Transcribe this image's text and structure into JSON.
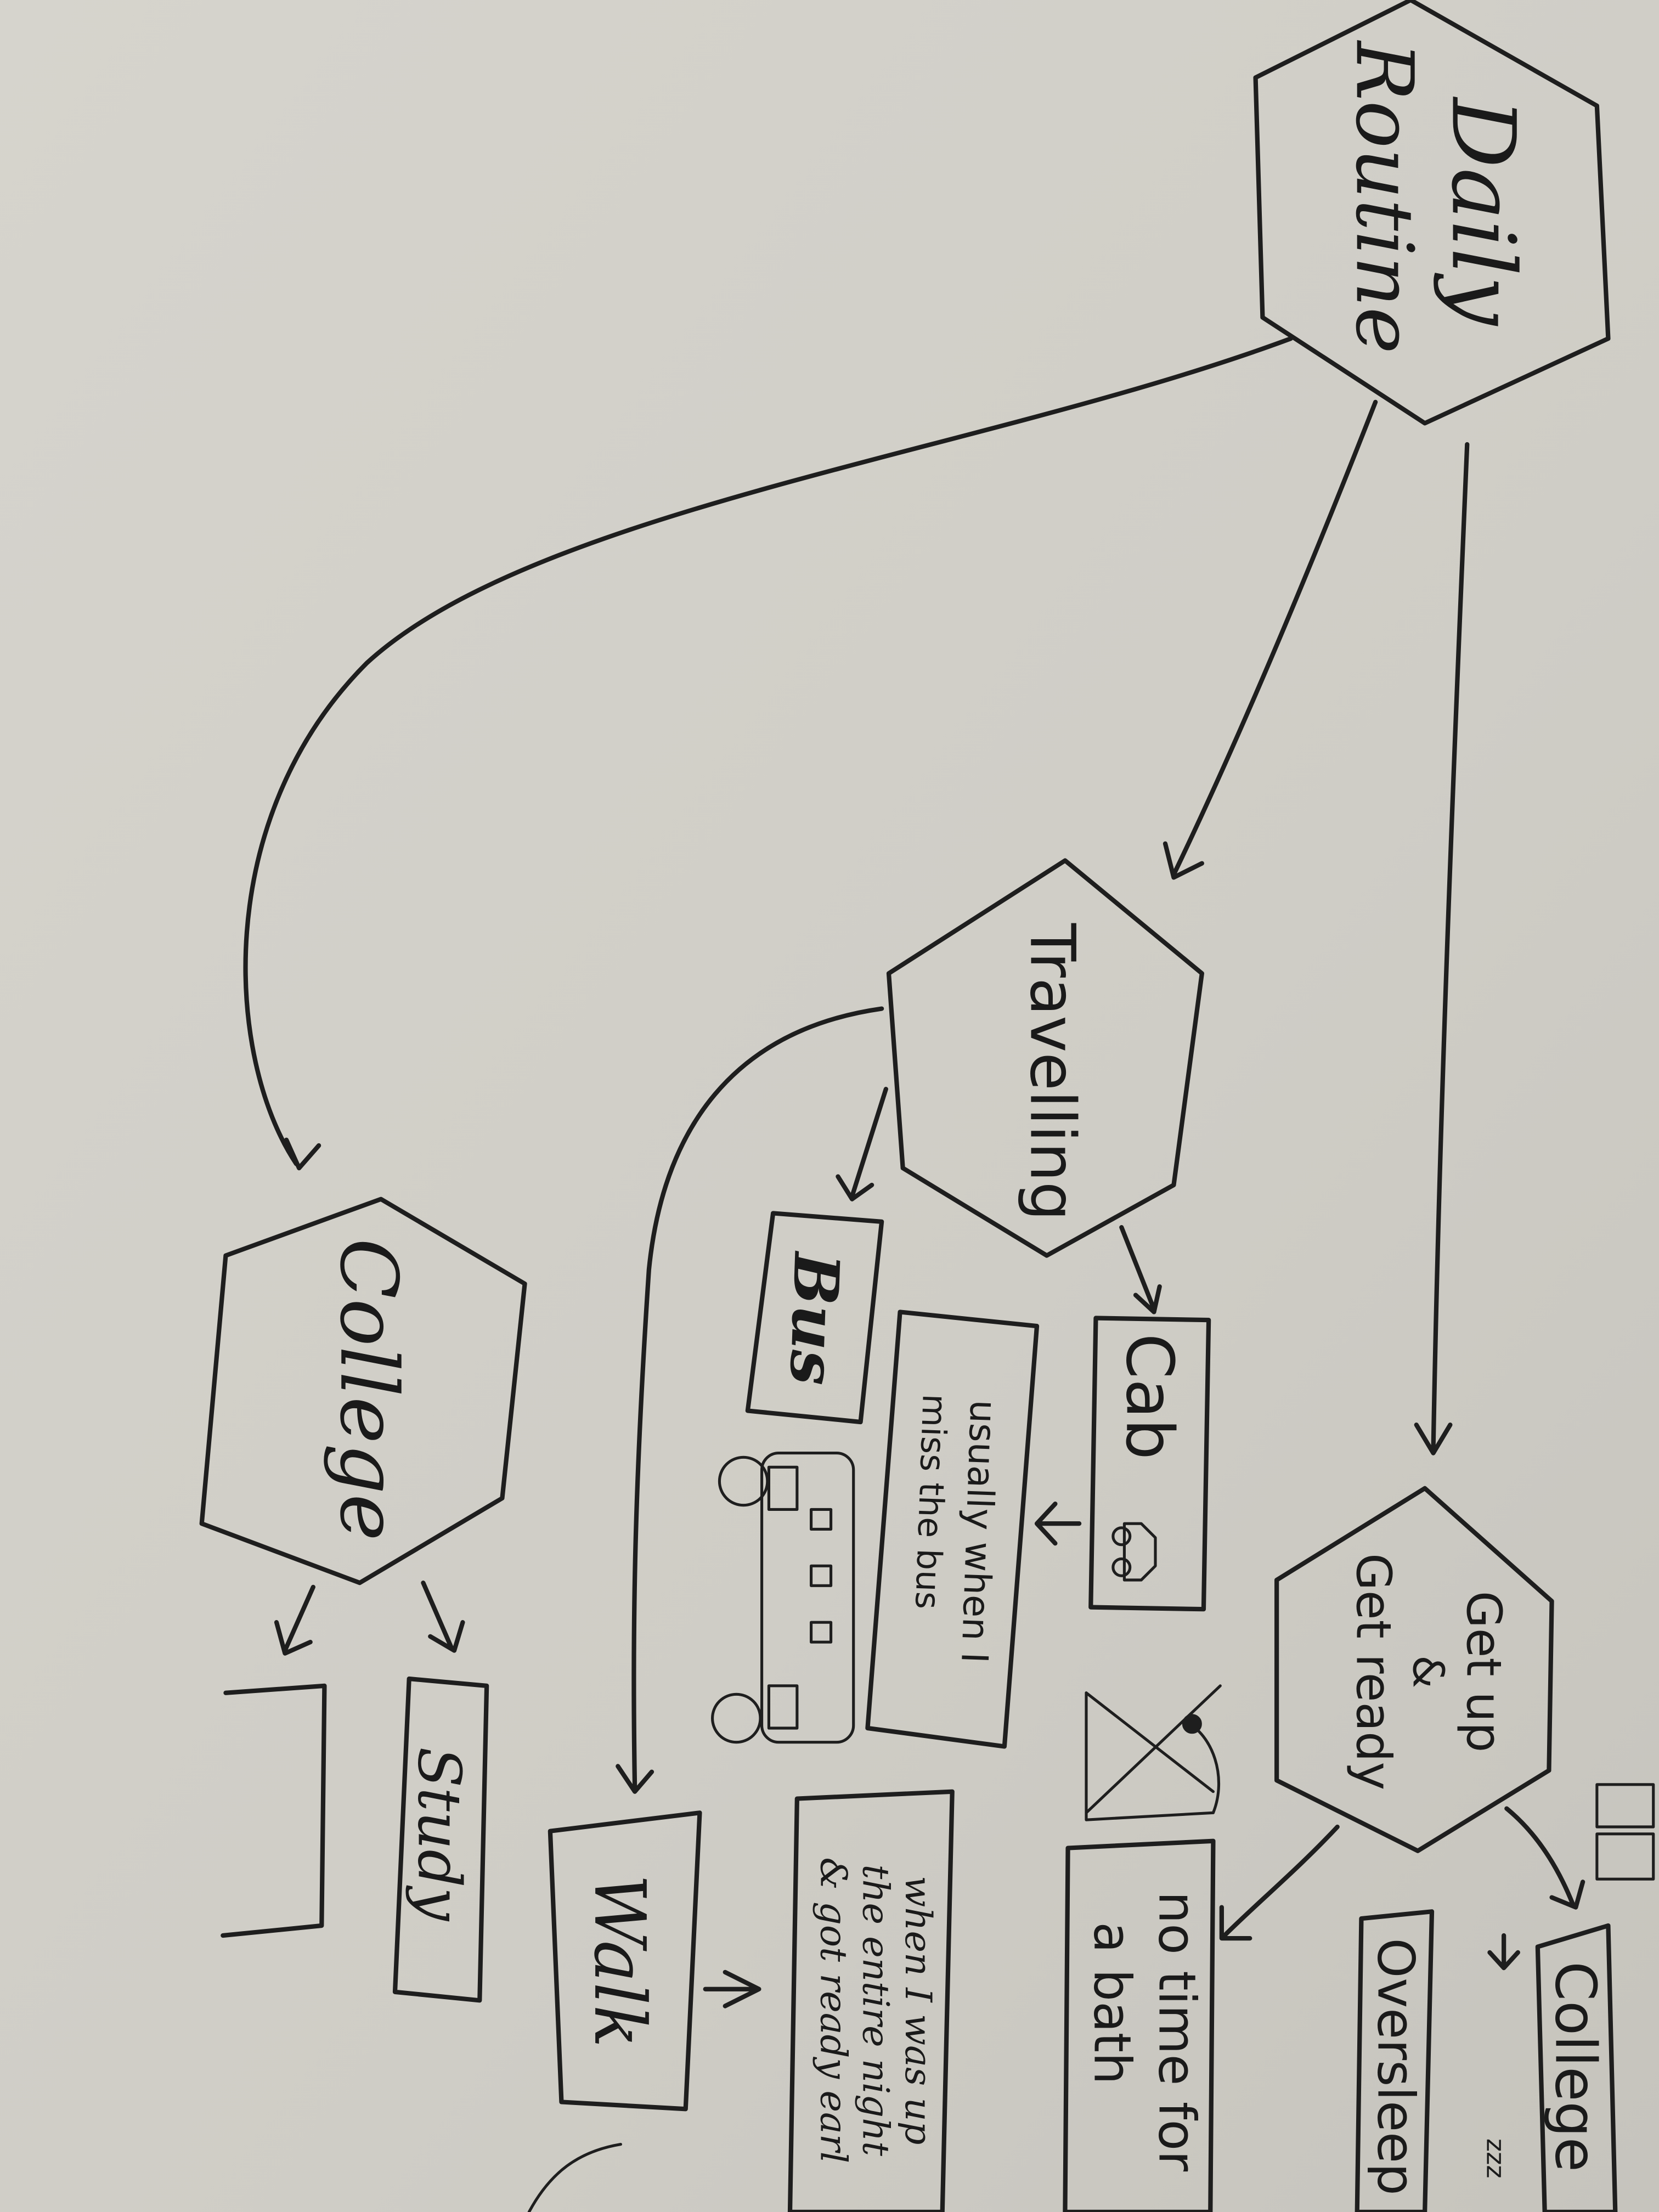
{
  "title": "Daily Routine",
  "nodes": {
    "daily_routine": {
      "line1": "Daily",
      "line2": "Routine"
    },
    "travelling": "Travelling",
    "college_hub": "College",
    "get_up": {
      "line1": "Get up",
      "line2": "&",
      "line3": "Get ready"
    }
  },
  "boxes": {
    "cab": "Cab",
    "usually": {
      "line1": "usually when I",
      "line2": "miss the bus"
    },
    "bus": "Bus",
    "walk": "Walk",
    "study": "Study",
    "college": "College",
    "oversleep": "Oversleep",
    "zzz": "zzz",
    "no_bath": {
      "line1": "no time for",
      "line2": "a bath"
    },
    "up_all_night": {
      "line1": "when I was up",
      "line2": "the entire night",
      "line3": "& got ready earl"
    }
  },
  "colors": {
    "paper": "#d2d0c9",
    "ink": "#1e1e1e"
  }
}
